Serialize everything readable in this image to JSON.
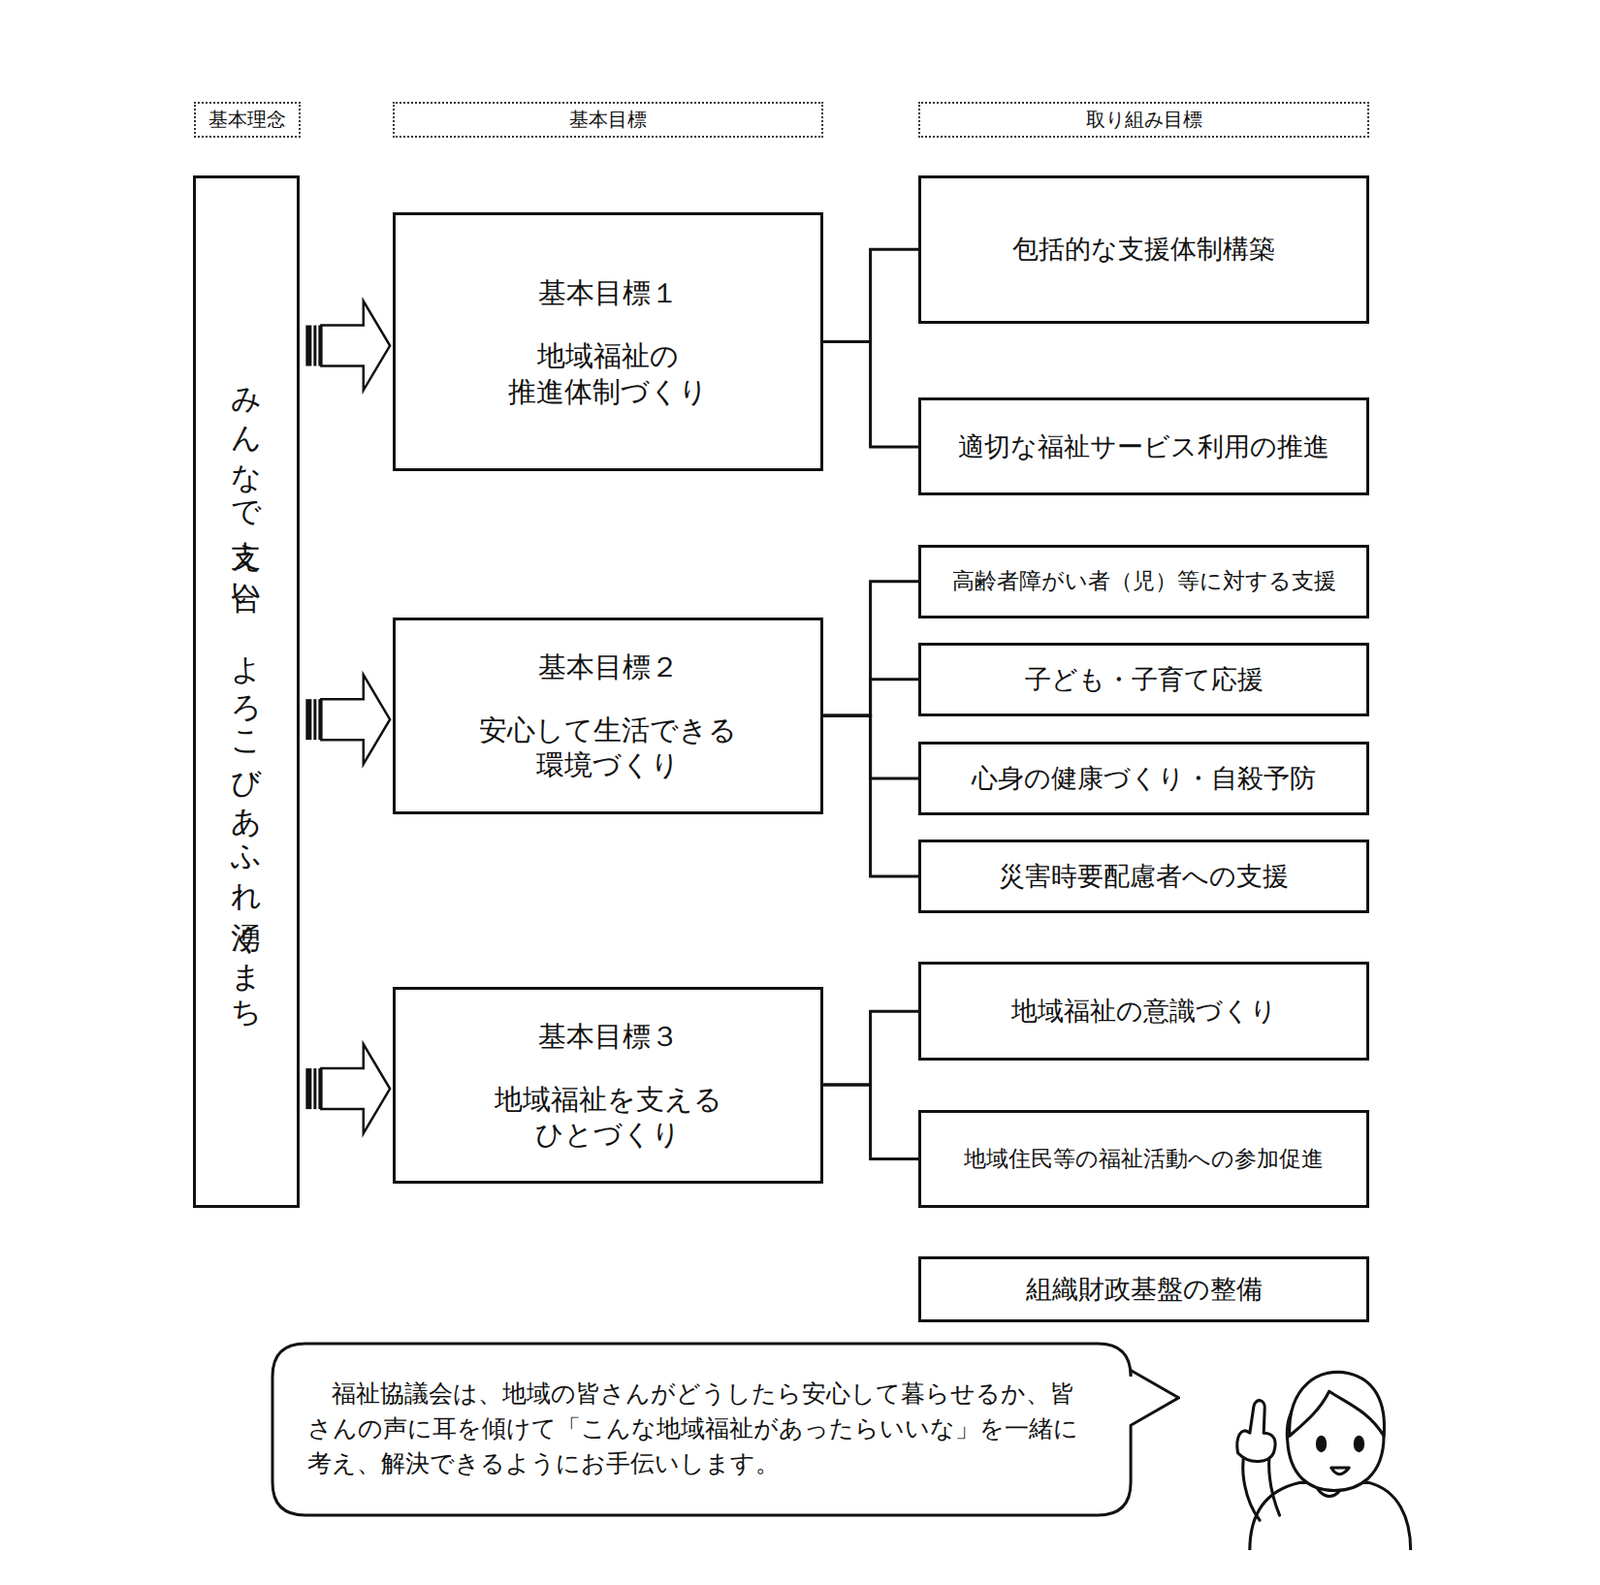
{
  "diagram": {
    "nodes": [
      {
        "text": [
          "基本理念"
        ]
      },
      {
        "text": [
          "基本目標"
        ]
      },
      {
        "text": [
          "取り組み目標"
        ]
      },
      {
        "text": [
          "みんなで支え合い　よろこびあふれ湧くまち"
        ]
      },
      {
        "text": [
          "基本目標１",
          "地域福祉の 推進体制づくり"
        ]
      },
      {
        "text": [
          "包括的な支援体制構築"
        ]
      },
      {
        "text": [
          "適切な福祉サービス利用の推進"
        ]
      },
      {
        "text": [
          "基本目標２",
          "安心して生活できる 環境づくり"
        ]
      },
      {
        "text": [
          "高齢者障がい者（児）等に対する支援"
        ]
      },
      {
        "text": [
          "子ども・子育て応援"
        ]
      },
      {
        "text": [
          "心身の健康づくり・自殺予防"
        ]
      },
      {
        "text": [
          "災害時要配慮者への支援"
        ]
      },
      {
        "text": [
          "基本目標３",
          "地域福祉を支える ひとづくり"
        ]
      },
      {
        "text": [
          "地域福祉の意識づくり"
        ]
      },
      {
        "text": [
          "地域住民等の福祉活動への参加促進"
        ]
      },
      {
        "text": [
          "組織財政基盤の整備"
        ]
      },
      {
        "text": [
          "福祉協議会は、地域の皆さんがどうしたら安心して暮らせるか、皆さんの声に耳を傾けて「こんな地域福祉があったらいいな」を一緒に考え、解決できるようにお手伝いします。"
        ]
      }
    ],
    "edges": [
      {
        "from": 3,
        "to": 4,
        "arrow": "to"
      },
      {
        "from": 3,
        "to": 7,
        "arrow": "to"
      },
      {
        "from": 3,
        "to": 12,
        "arrow": "to"
      },
      {
        "from": 4,
        "to": 5,
        "arrow": "none"
      },
      {
        "from": 4,
        "to": 6,
        "arrow": "none"
      },
      {
        "from": 7,
        "to": 8,
        "arrow": "none"
      },
      {
        "from": 7,
        "to": 9,
        "arrow": "none"
      },
      {
        "from": 7,
        "to": 10,
        "arrow": "none"
      },
      {
        "from": 7,
        "to": 11,
        "arrow": "none"
      },
      {
        "from": 12,
        "to": 13,
        "arrow": "none"
      },
      {
        "from": 12,
        "to": 14,
        "arrow": "none"
      }
    ]
  }
}
